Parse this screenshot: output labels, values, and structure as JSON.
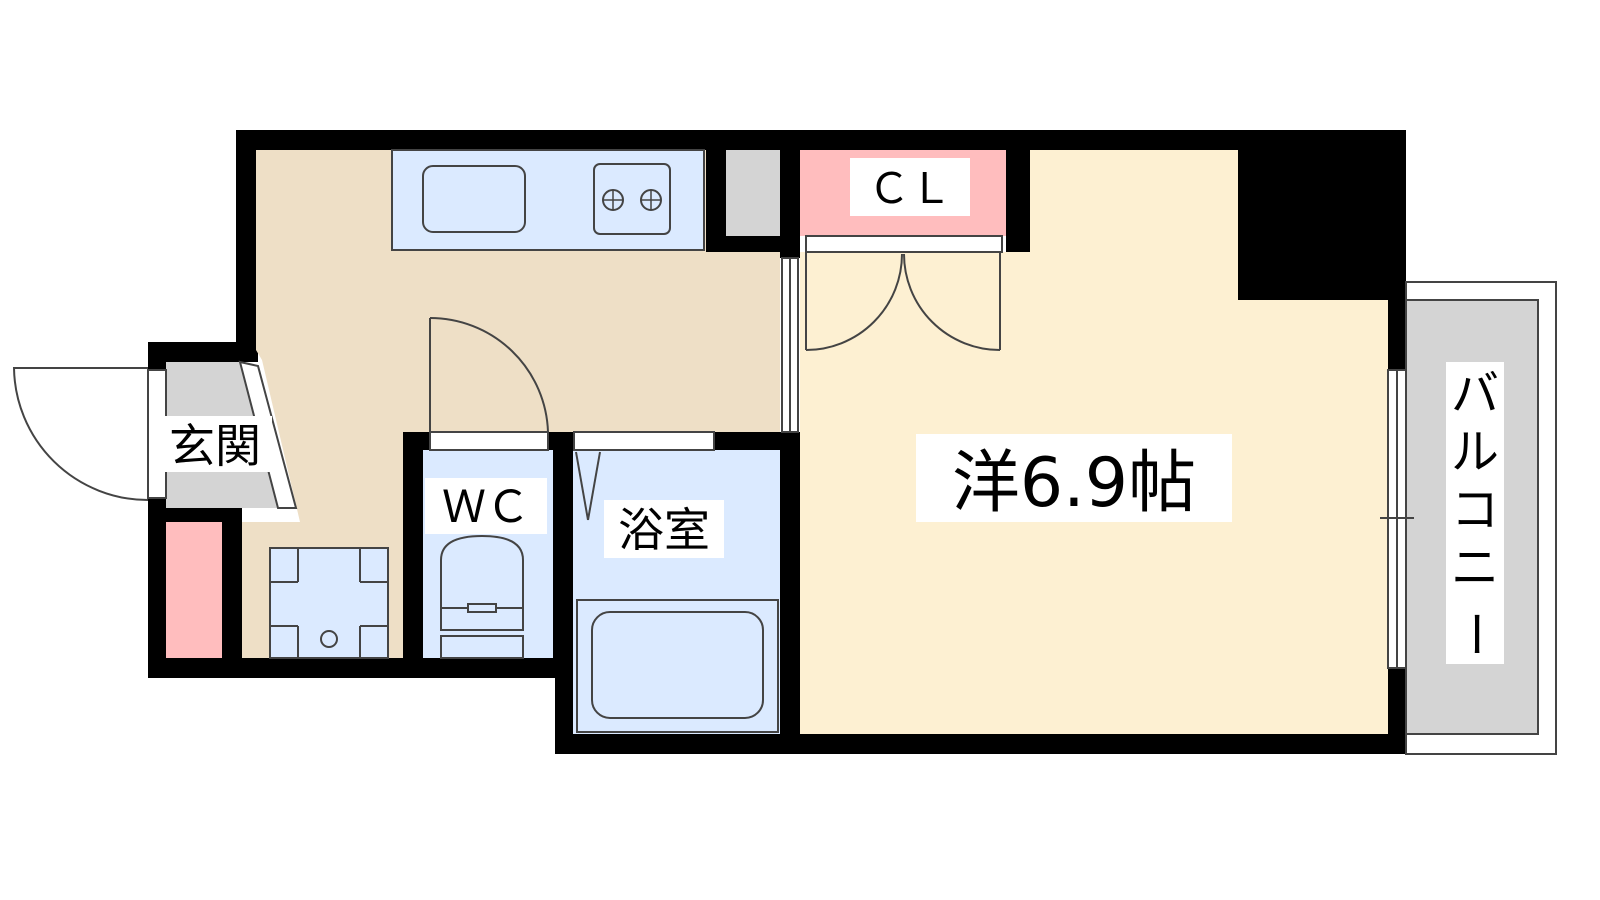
{
  "floorplan": {
    "rooms": {
      "western_room": "洋6.9帖",
      "closet": "ＣＬ",
      "bathroom": "浴室",
      "toilet": "ＷＣ",
      "entrance": "玄関",
      "balcony": "バルコニー"
    },
    "balcony_chars": [
      "バ",
      "ル",
      "コ",
      "ニ",
      "ー"
    ]
  },
  "colors": {
    "wall": "#000000",
    "kitchen_floor": "#eedfc6",
    "western_floor": "#fdf0d2",
    "wet_area": "#dbeaff",
    "closet": "#ffbdbe",
    "entrance_floor": "#d4d4d4",
    "balcony": "#d4d4d4"
  }
}
